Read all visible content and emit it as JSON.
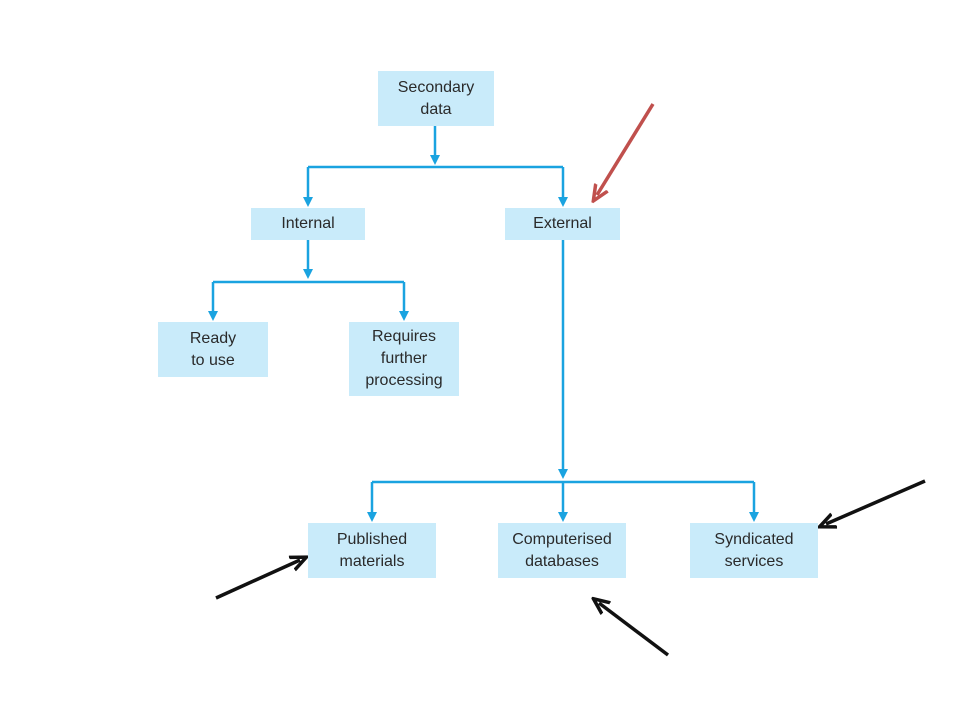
{
  "diagram": {
    "nodes": {
      "secondary": "Secondary\ndata",
      "internal": "Internal",
      "external": "External",
      "ready": "Ready\nto use",
      "requires": "Requires\nfurther\nprocessing",
      "published": "Published\nmaterials",
      "computerised": "Computerised\ndatabases",
      "syndicated": "Syndicated\nservices"
    },
    "edges": [
      [
        "secondary",
        "internal"
      ],
      [
        "secondary",
        "external"
      ],
      [
        "internal",
        "ready"
      ],
      [
        "internal",
        "requires"
      ],
      [
        "external",
        "published"
      ],
      [
        "external",
        "computerised"
      ],
      [
        "external",
        "syndicated"
      ]
    ],
    "colors": {
      "node_fill": "#c9ebfa",
      "connector": "#1aa3e0",
      "highlight_arrow": "#c0504d",
      "pointer_arrow": "#111111"
    },
    "annotation_arrows": [
      {
        "target": "external",
        "color": "red"
      },
      {
        "target": "published",
        "color": "black"
      },
      {
        "target": "computerised",
        "color": "black"
      },
      {
        "target": "syndicated",
        "color": "black"
      }
    ]
  }
}
